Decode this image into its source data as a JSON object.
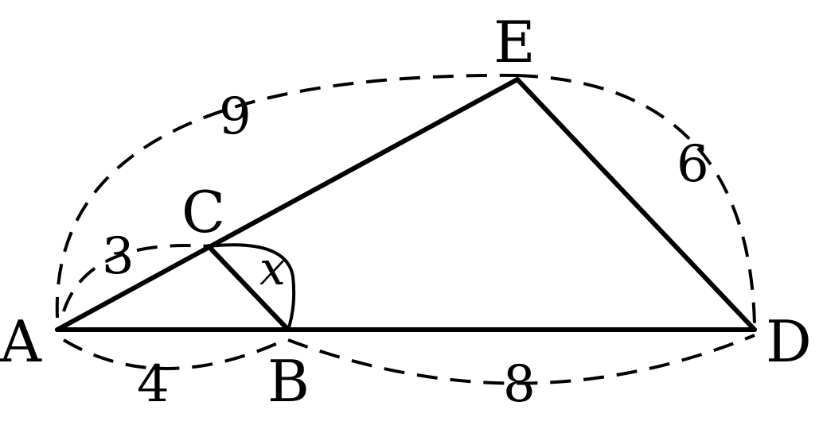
{
  "points": {
    "A": "A",
    "B": "B",
    "C": "C",
    "D": "D",
    "E": "E"
  },
  "lengths": {
    "AC": "3",
    "AB": "4",
    "AE": "9",
    "BD": "8",
    "ED": "6"
  },
  "angle": {
    "label": "x"
  }
}
